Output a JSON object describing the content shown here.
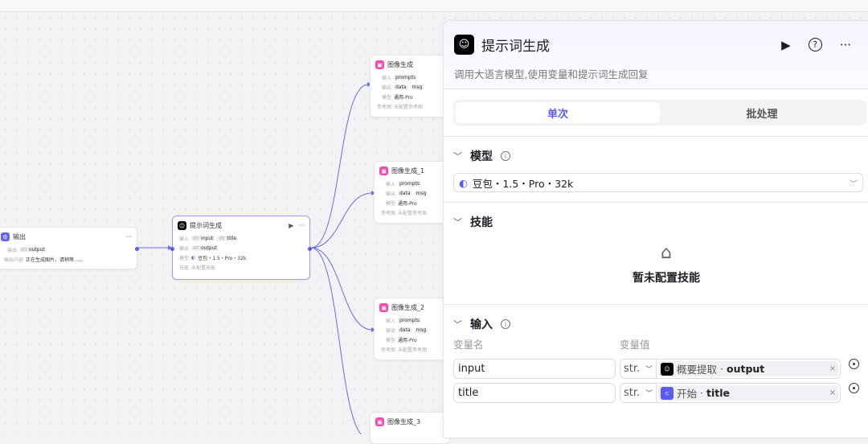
{
  "canvas": {
    "output_node": {
      "title": "输出",
      "rows": [
        {
          "label": "输出",
          "tag_type": "str",
          "tag": "output"
        }
      ],
      "content_label": "输出内容",
      "content": "正在生成图片，请稍等......"
    },
    "prompt_node": {
      "title": "提示词生成",
      "input_label": "输入",
      "inputs": [
        {
          "type": "str",
          "name": "input"
        },
        {
          "type": "str",
          "name": "title"
        }
      ],
      "output_label": "输出",
      "outputs": [
        {
          "type": "str",
          "name": "output"
        }
      ],
      "model_label": "模型",
      "model": "豆包・1.5・Pro・32k",
      "skill_label": "技能",
      "skill": "未配置技能"
    },
    "image_nodes": [
      {
        "title": "图像生成",
        "input_label": "输入",
        "input": "prompts",
        "output_label": "输出",
        "out1": "data",
        "out2": "msg",
        "model_label": "模型",
        "model": "通用-Pro",
        "ref_label": "参考图",
        "ref": "未配置参考图"
      },
      {
        "title": "图像生成_1",
        "input_label": "输入",
        "input": "prompts",
        "output_label": "输出",
        "out1": "data",
        "out2": "msg",
        "model_label": "模型",
        "model": "通用-Pro",
        "ref_label": "参考图",
        "ref": "未配置参考图"
      },
      {
        "title": "图像生成_2",
        "input_label": "输入",
        "input": "prompts",
        "output_label": "输出",
        "out1": "data",
        "out2": "msg",
        "model_label": "模型",
        "model": "通用-Pro",
        "ref_label": "参考图",
        "ref": "未配置参考图"
      },
      {
        "title": "图像生成_3"
      }
    ]
  },
  "panel": {
    "title": "提示词生成",
    "description": "调用大语言模型,使用变量和提示词生成回复",
    "tabs": [
      "单次",
      "批处理"
    ],
    "model_section": {
      "title": "模型",
      "value": "豆包・1.5・Pro・32k"
    },
    "skill_section": {
      "title": "技能",
      "empty": "暂未配置技能"
    },
    "input_section": {
      "title": "输入",
      "col_name": "变量名",
      "col_value": "变量值",
      "rows": [
        {
          "name": "input",
          "type": "str.",
          "source": "概要提取",
          "field": "output"
        },
        {
          "name": "title",
          "type": "str.",
          "source": "开始",
          "field": "title"
        }
      ]
    }
  },
  "colors": {
    "accent": "#5b5bf0",
    "image_node": "#f048b0"
  }
}
